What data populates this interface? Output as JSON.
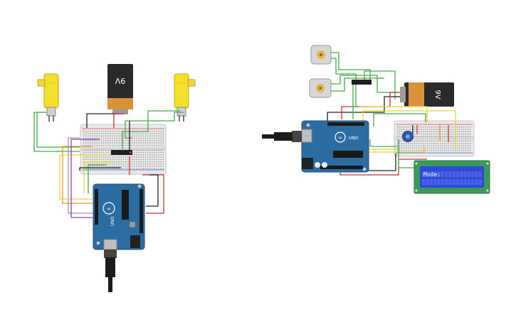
{
  "left_circuit": {
    "battery": {
      "label": "9V",
      "body_color": "#2a2a2a",
      "cap_color": "#d9913a"
    },
    "motor_left": {
      "color": "#f4df2a"
    },
    "motor_right": {
      "color": "#f4df2a"
    },
    "arduino": {
      "model": "UNO",
      "board_color": "#2b6ca3"
    }
  },
  "right_circuit": {
    "battery": {
      "label": "9V",
      "body_color": "#2a2a2a",
      "cap_color": "#d9913a"
    },
    "arduino": {
      "model": "UNO",
      "board_color": "#2b6ca3"
    },
    "lcd": {
      "text": "Mode:",
      "screen_color": "#2f49d6",
      "frame_color": "#3b9a5a"
    }
  },
  "wire_colors": {
    "green": "#3fae49",
    "red": "#d22f2f",
    "black": "#222222",
    "yellow": "#f0d22a",
    "orange": "#e8962f",
    "purple": "#8e3fbf",
    "gray": "#9a9a9a"
  }
}
